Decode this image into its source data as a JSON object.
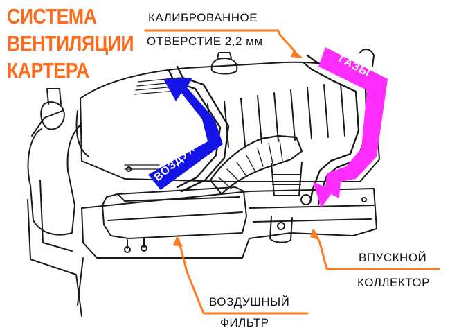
{
  "title": {
    "lines": [
      "СИСТЕМА",
      "ВЕНТИЛЯЦИИ",
      "КАРТЕРА"
    ]
  },
  "labels": {
    "calibrated_line1": "КАЛИБРОВАННОЕ",
    "calibrated_line2": "ОТВЕРСТИЕ 2,2 мм",
    "intake_line1": "ВПУСКНОЙ",
    "intake_line2": "КОЛЛЕКТОР",
    "filter_line1": "ВОЗДУШНЫЙ",
    "filter_line2": "ФИЛЬТР"
  },
  "arrows": {
    "air_label": "ВОЗДУХ",
    "gases_label": "ГАЗЫ"
  },
  "colors": {
    "title": "#ff6a1a",
    "leader": "#ff7a1f",
    "air_arrow": "#1414e6",
    "gases_arrow": "#ff2cff",
    "drawing": "#1a1a1a"
  }
}
